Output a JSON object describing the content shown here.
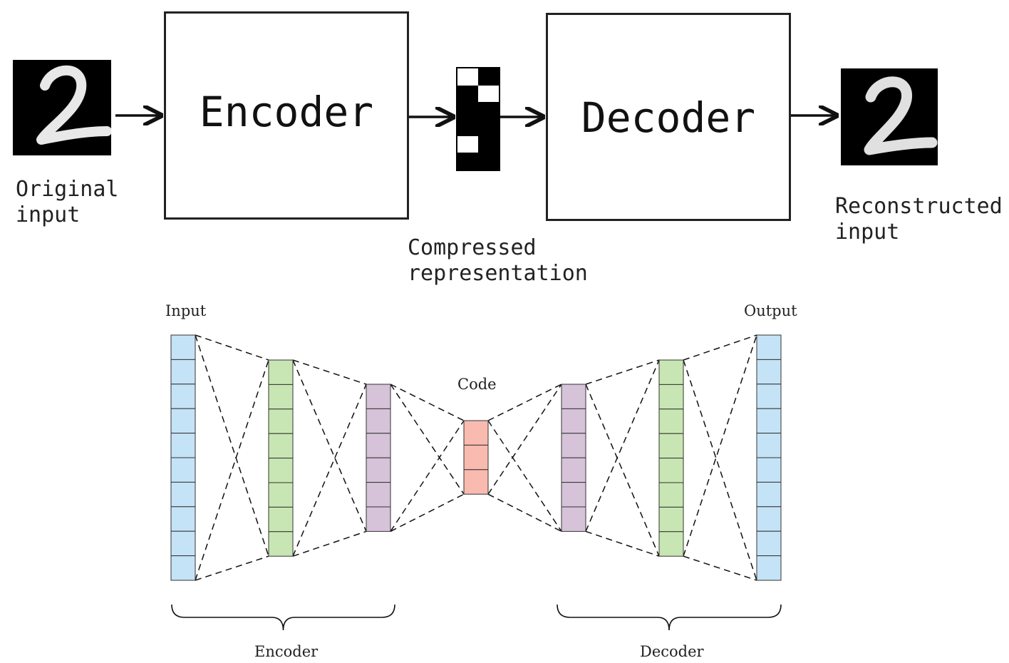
{
  "top": {
    "original_label": [
      "Original",
      "input"
    ],
    "encoder_label": "Encoder",
    "code_label": [
      "Compressed",
      "representation"
    ],
    "decoder_label": "Decoder",
    "reconstructed_label": [
      "Reconstructed",
      "input"
    ],
    "code_cells": [
      "white",
      "black",
      "black",
      "white",
      "black",
      "black",
      "black",
      "black",
      "white",
      "black",
      "black",
      "black"
    ]
  },
  "bottom": {
    "input_label": "Input",
    "code_label": "Code",
    "output_label": "Output",
    "encoder_label": "Encoder",
    "decoder_label": "Decoder",
    "layers": [
      {
        "name": "input",
        "units": 10,
        "color": "#c5e3f6"
      },
      {
        "name": "enc-hidden-1",
        "units": 8,
        "color": "#c8e6b3"
      },
      {
        "name": "enc-hidden-2",
        "units": 6,
        "color": "#d6c3d9"
      },
      {
        "name": "code",
        "units": 3,
        "color": "#f9bab0"
      },
      {
        "name": "dec-hidden-1",
        "units": 6,
        "color": "#d6c3d9"
      },
      {
        "name": "dec-hidden-2",
        "units": 8,
        "color": "#c8e6b3"
      },
      {
        "name": "output",
        "units": 10,
        "color": "#c5e3f6"
      }
    ]
  }
}
